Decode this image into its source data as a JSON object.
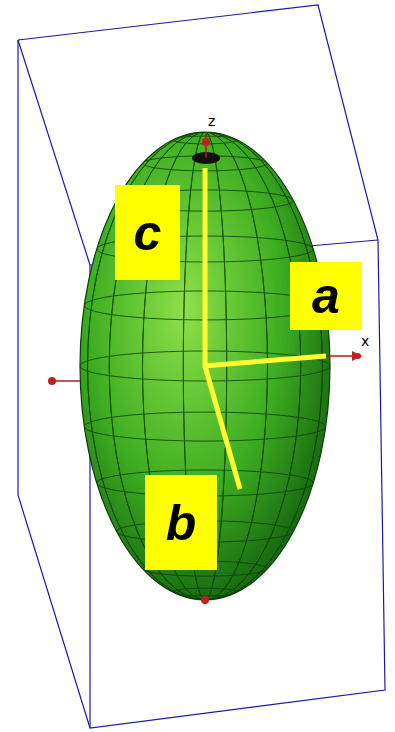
{
  "diagram": {
    "nodes": [
      {
        "text": [
          "c"
        ]
      },
      {
        "text": [
          "a"
        ]
      },
      {
        "text": [
          "b"
        ]
      }
    ],
    "labels": [
      "z",
      "x"
    ]
  }
}
